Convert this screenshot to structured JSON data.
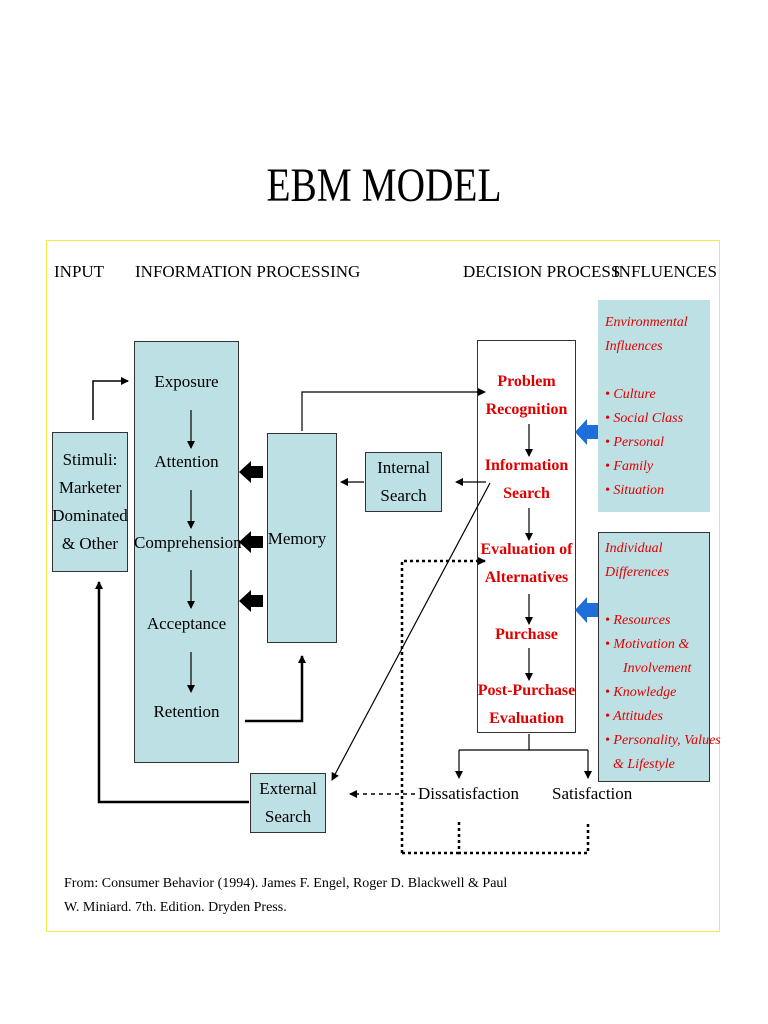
{
  "title": "EBM MODEL",
  "headers": {
    "input": "INPUT",
    "info_processing": "INFORMATION PROCESSING",
    "decision_process": "DECISION PROCESS",
    "influences": "INFLUENCES"
  },
  "stimuli": [
    "Stimuli:",
    "Marketer",
    "Dominated",
    "& Other"
  ],
  "processing_steps": [
    "Exposure",
    "Attention",
    "Comprehension",
    "Acceptance",
    "Retention"
  ],
  "memory": "Memory",
  "internal_search": [
    "Internal",
    "Search"
  ],
  "external_search": [
    "External",
    "Search"
  ],
  "decision_steps": [
    [
      "Problem",
      "Recognition"
    ],
    [
      "Information",
      "Search"
    ],
    [
      "Evaluation of",
      "Alternatives"
    ],
    [
      "Purchase"
    ],
    [
      "Post-Purchase",
      "Evaluation"
    ]
  ],
  "outcomes": {
    "dissatisfaction": "Dissatisfaction",
    "satisfaction": "Satisfaction"
  },
  "environmental": {
    "heading": [
      "Environmental",
      "Influences"
    ],
    "items": [
      "• Culture",
      "• Social Class",
      "• Personal",
      "• Family",
      "• Situation"
    ]
  },
  "individual": {
    "heading": [
      "Individual",
      "Differences"
    ],
    "items": [
      "• Resources",
      "• Motivation &",
      "   Involvement",
      "• Knowledge",
      "• Attitudes",
      "• Personality, Values",
      "   & Lifestyle"
    ]
  },
  "source": [
    "From: Consumer Behavior (1994). James F. Engel, Roger D. Blackwell & Paul",
    "W. Miniard.  7th. Edition.  Dryden Press."
  ],
  "colors": {
    "box_fill": "#bde0e4",
    "red_text": "#e00000",
    "frame": "#f5e84a",
    "blue_arrow": "#1e6fd9"
  }
}
